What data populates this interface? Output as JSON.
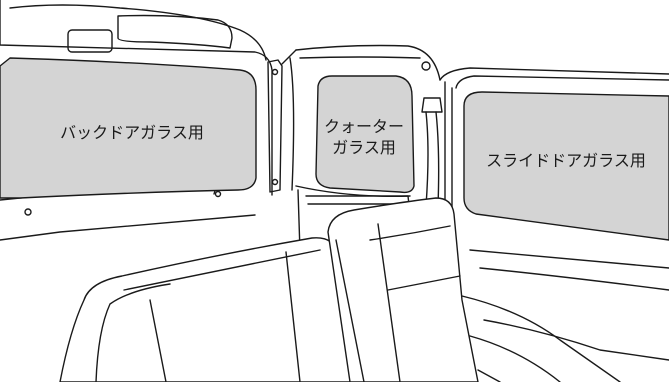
{
  "labels": {
    "back_door_glass": "バックドアガラス用",
    "quarter_glass_line1": "クォーター",
    "quarter_glass_line2": "ガラス用",
    "slide_door_glass": "スライドドアガラス用"
  },
  "colors": {
    "glass_fill": "#d4d4d4",
    "line": "#1a1a1a",
    "background": "#ffffff"
  }
}
